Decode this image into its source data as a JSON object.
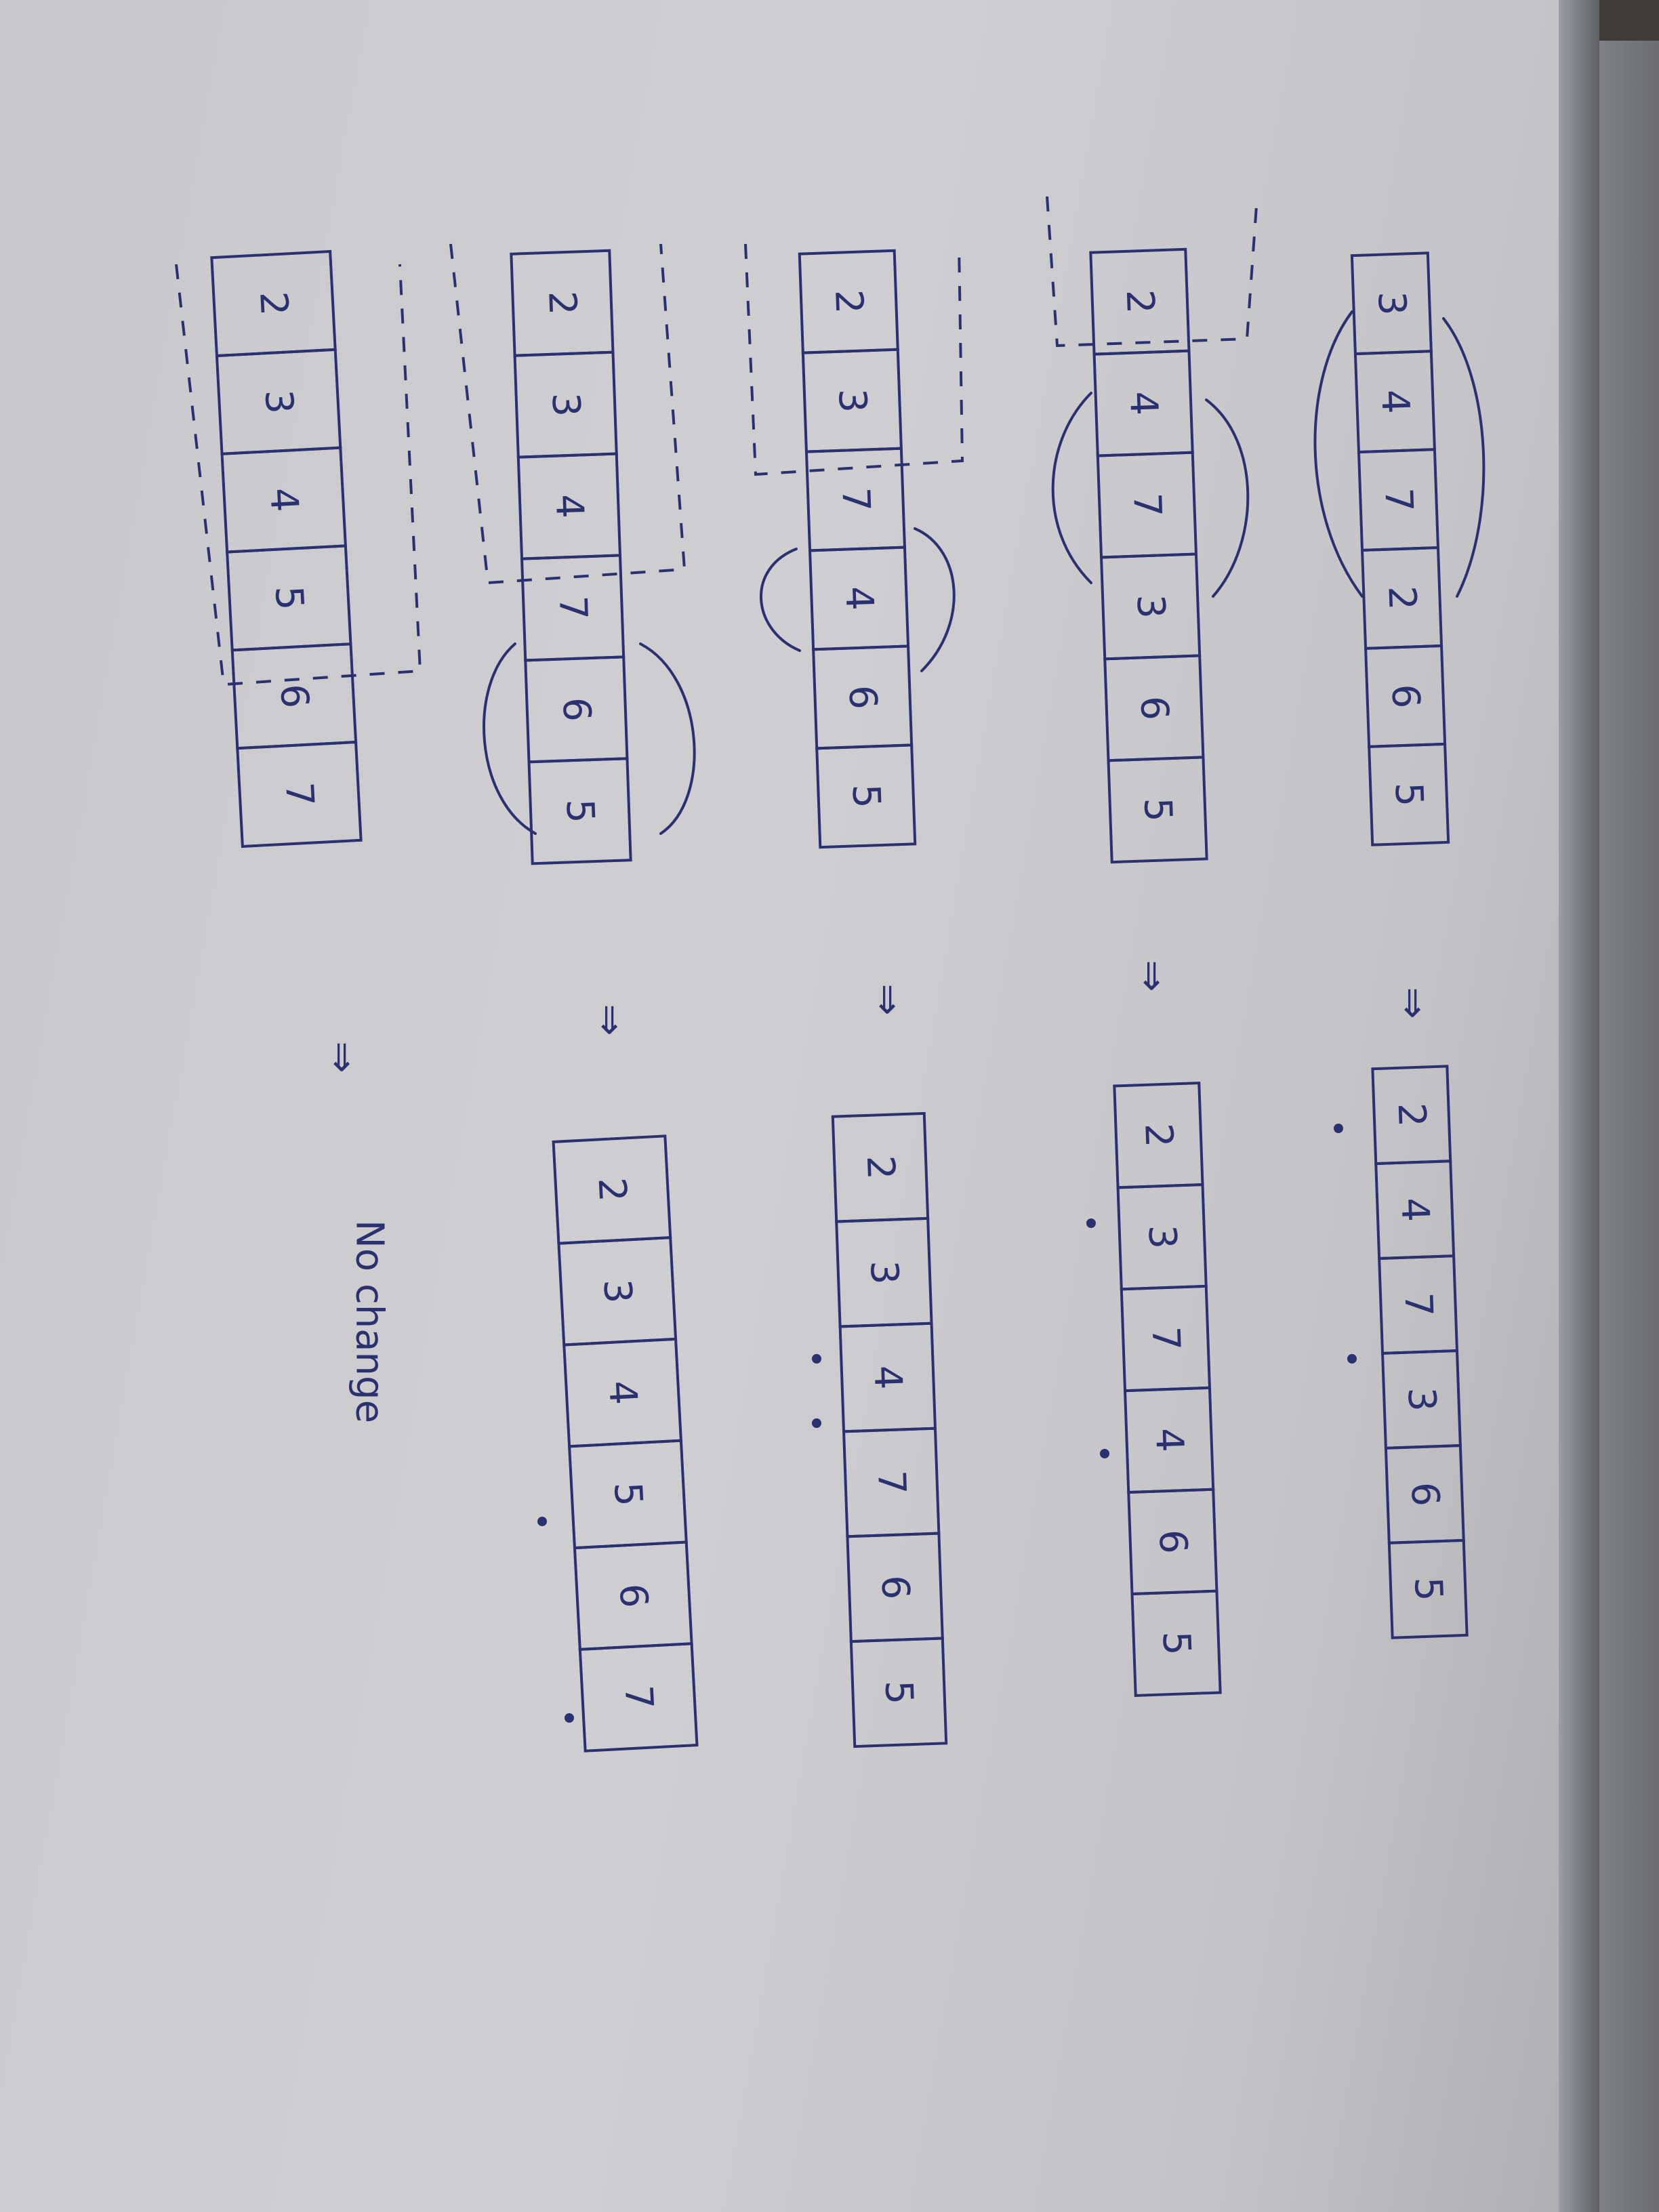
{
  "rounds": [
    {
      "before": [
        "3",
        "4",
        "7",
        "2",
        "6",
        "5"
      ],
      "after": [
        "2",
        "4",
        "7",
        "3",
        "6",
        "5"
      ]
    },
    {
      "before": [
        "2",
        "4",
        "7",
        "3",
        "6",
        "5"
      ],
      "after": [
        "2",
        "3",
        "7",
        "4",
        "6",
        "5"
      ]
    },
    {
      "before": [
        "2",
        "3",
        "7",
        "4",
        "6",
        "5"
      ],
      "after": [
        "2",
        "3",
        "4",
        "7",
        "6",
        "5"
      ]
    },
    {
      "before": [
        "2",
        "3",
        "4",
        "7",
        "6",
        "5"
      ],
      "after": [
        "2",
        "3",
        "4",
        "5",
        "6",
        "7"
      ]
    },
    {
      "before": [
        "2",
        "3",
        "4",
        "5",
        "6",
        "7"
      ],
      "after": []
    }
  ],
  "implies_symbol": "⇒",
  "final_note": "No change"
}
